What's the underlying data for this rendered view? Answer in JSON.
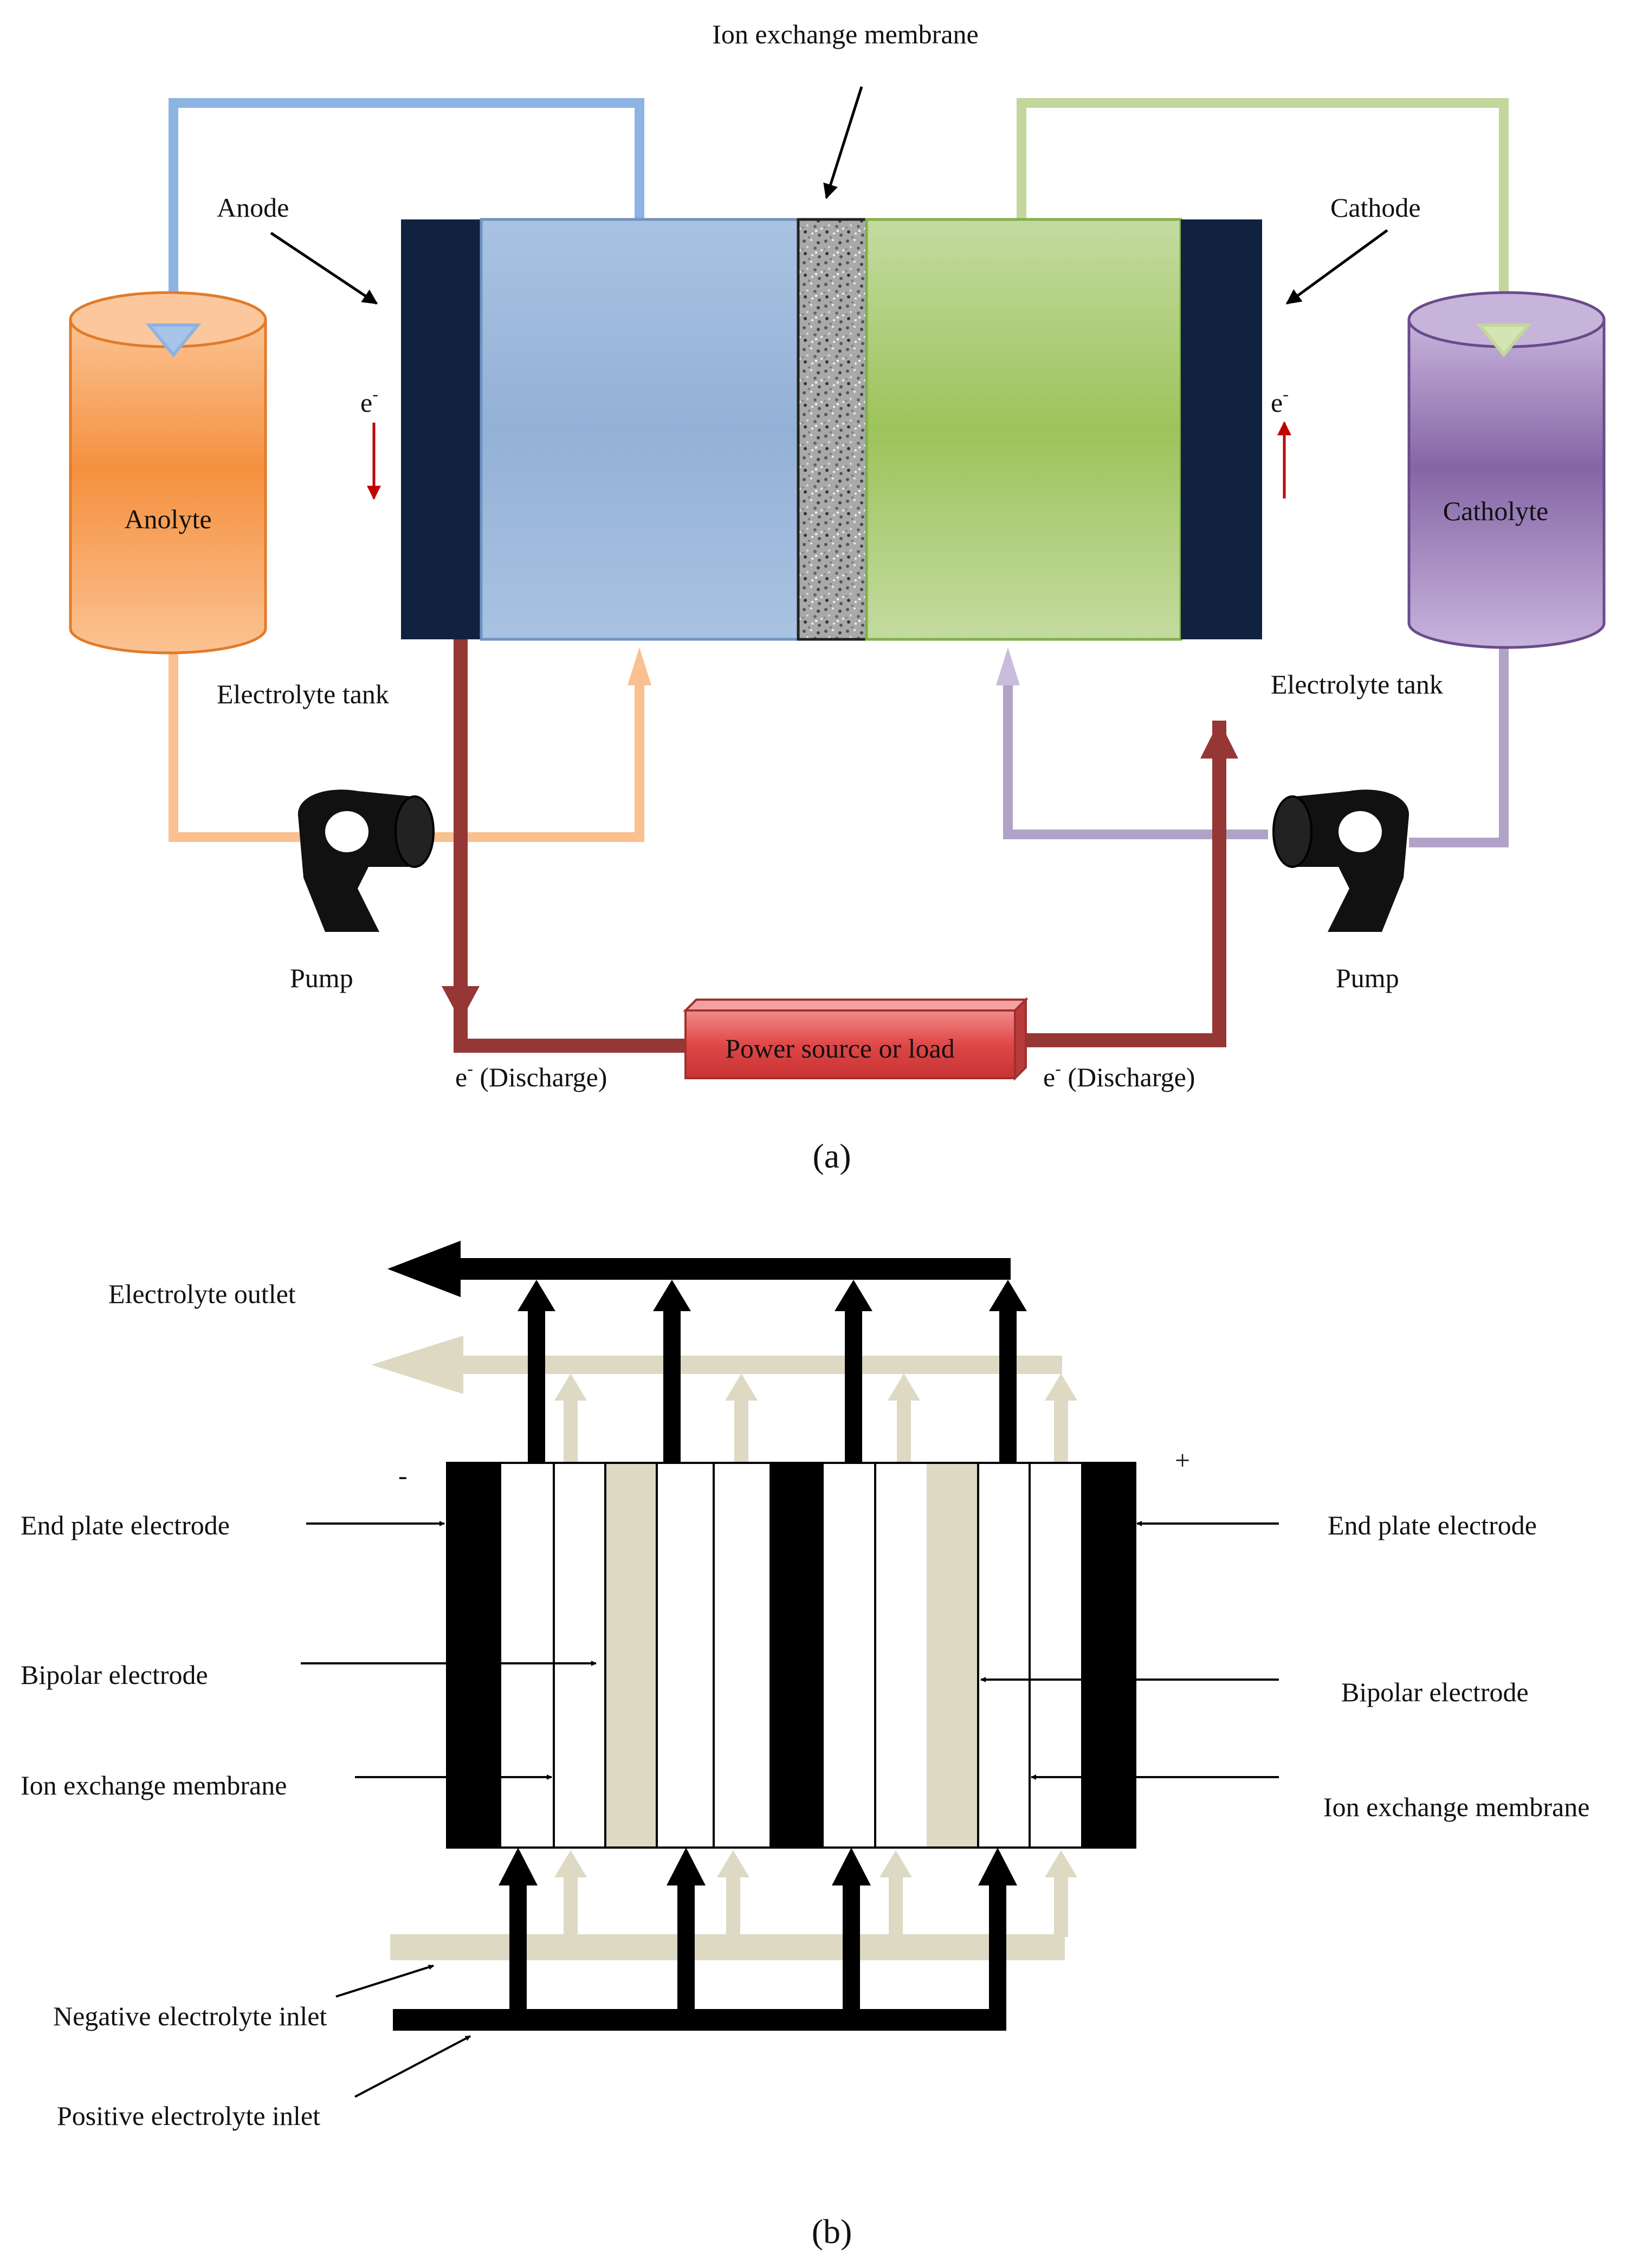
{
  "panel_a": {
    "caption": "(a)",
    "labels": {
      "membrane": "Ion exchange membrane",
      "anode": "Anode",
      "cathode": "Cathode",
      "anolyte": "Anolyte",
      "catholyte": "Catholyte",
      "tank_left": "Electrolyte tank",
      "tank_right": "Electrolyte tank",
      "pump_left": "Pump",
      "pump_right": "Pump",
      "power": "Power source or load",
      "e_left": "e",
      "e_right": "e",
      "minus_sup": "-",
      "discharge_left": "e",
      "discharge_right": "e",
      "discharge_text": " (Discharge)"
    },
    "colors": {
      "electrode": "#10223f",
      "anolyte_chamber": "#93b1d6",
      "catholyte_chamber": "#9dc35b",
      "anolyte_tank": "#f59a4c",
      "catholyte_tank": "#8a69a7",
      "blue_pipe": "#8db3e2",
      "green_pipe": "#c3d69b",
      "orange_pipe": "#fac090",
      "purple_pipe": "#b3a2c7",
      "circuit": "#953735",
      "power_box": "#e25c5c",
      "electron_arrow": "#c00000"
    }
  },
  "panel_b": {
    "caption": "(b)",
    "labels": {
      "outlet": "Electrolyte outlet",
      "minus": "-",
      "plus": "+",
      "end_plate_left": "End plate electrode",
      "end_plate_right": "End plate electrode",
      "bipolar_left": "Bipolar electrode",
      "bipolar_right": "Bipolar electrode",
      "membrane_left": "Ion exchange membrane",
      "membrane_right": "Ion exchange membrane",
      "neg_inlet": "Negative electrolyte inlet",
      "pos_inlet": "Positive electrolyte inlet"
    },
    "colors": {
      "dark": "#000000",
      "beige": "#ddd9c3"
    }
  }
}
